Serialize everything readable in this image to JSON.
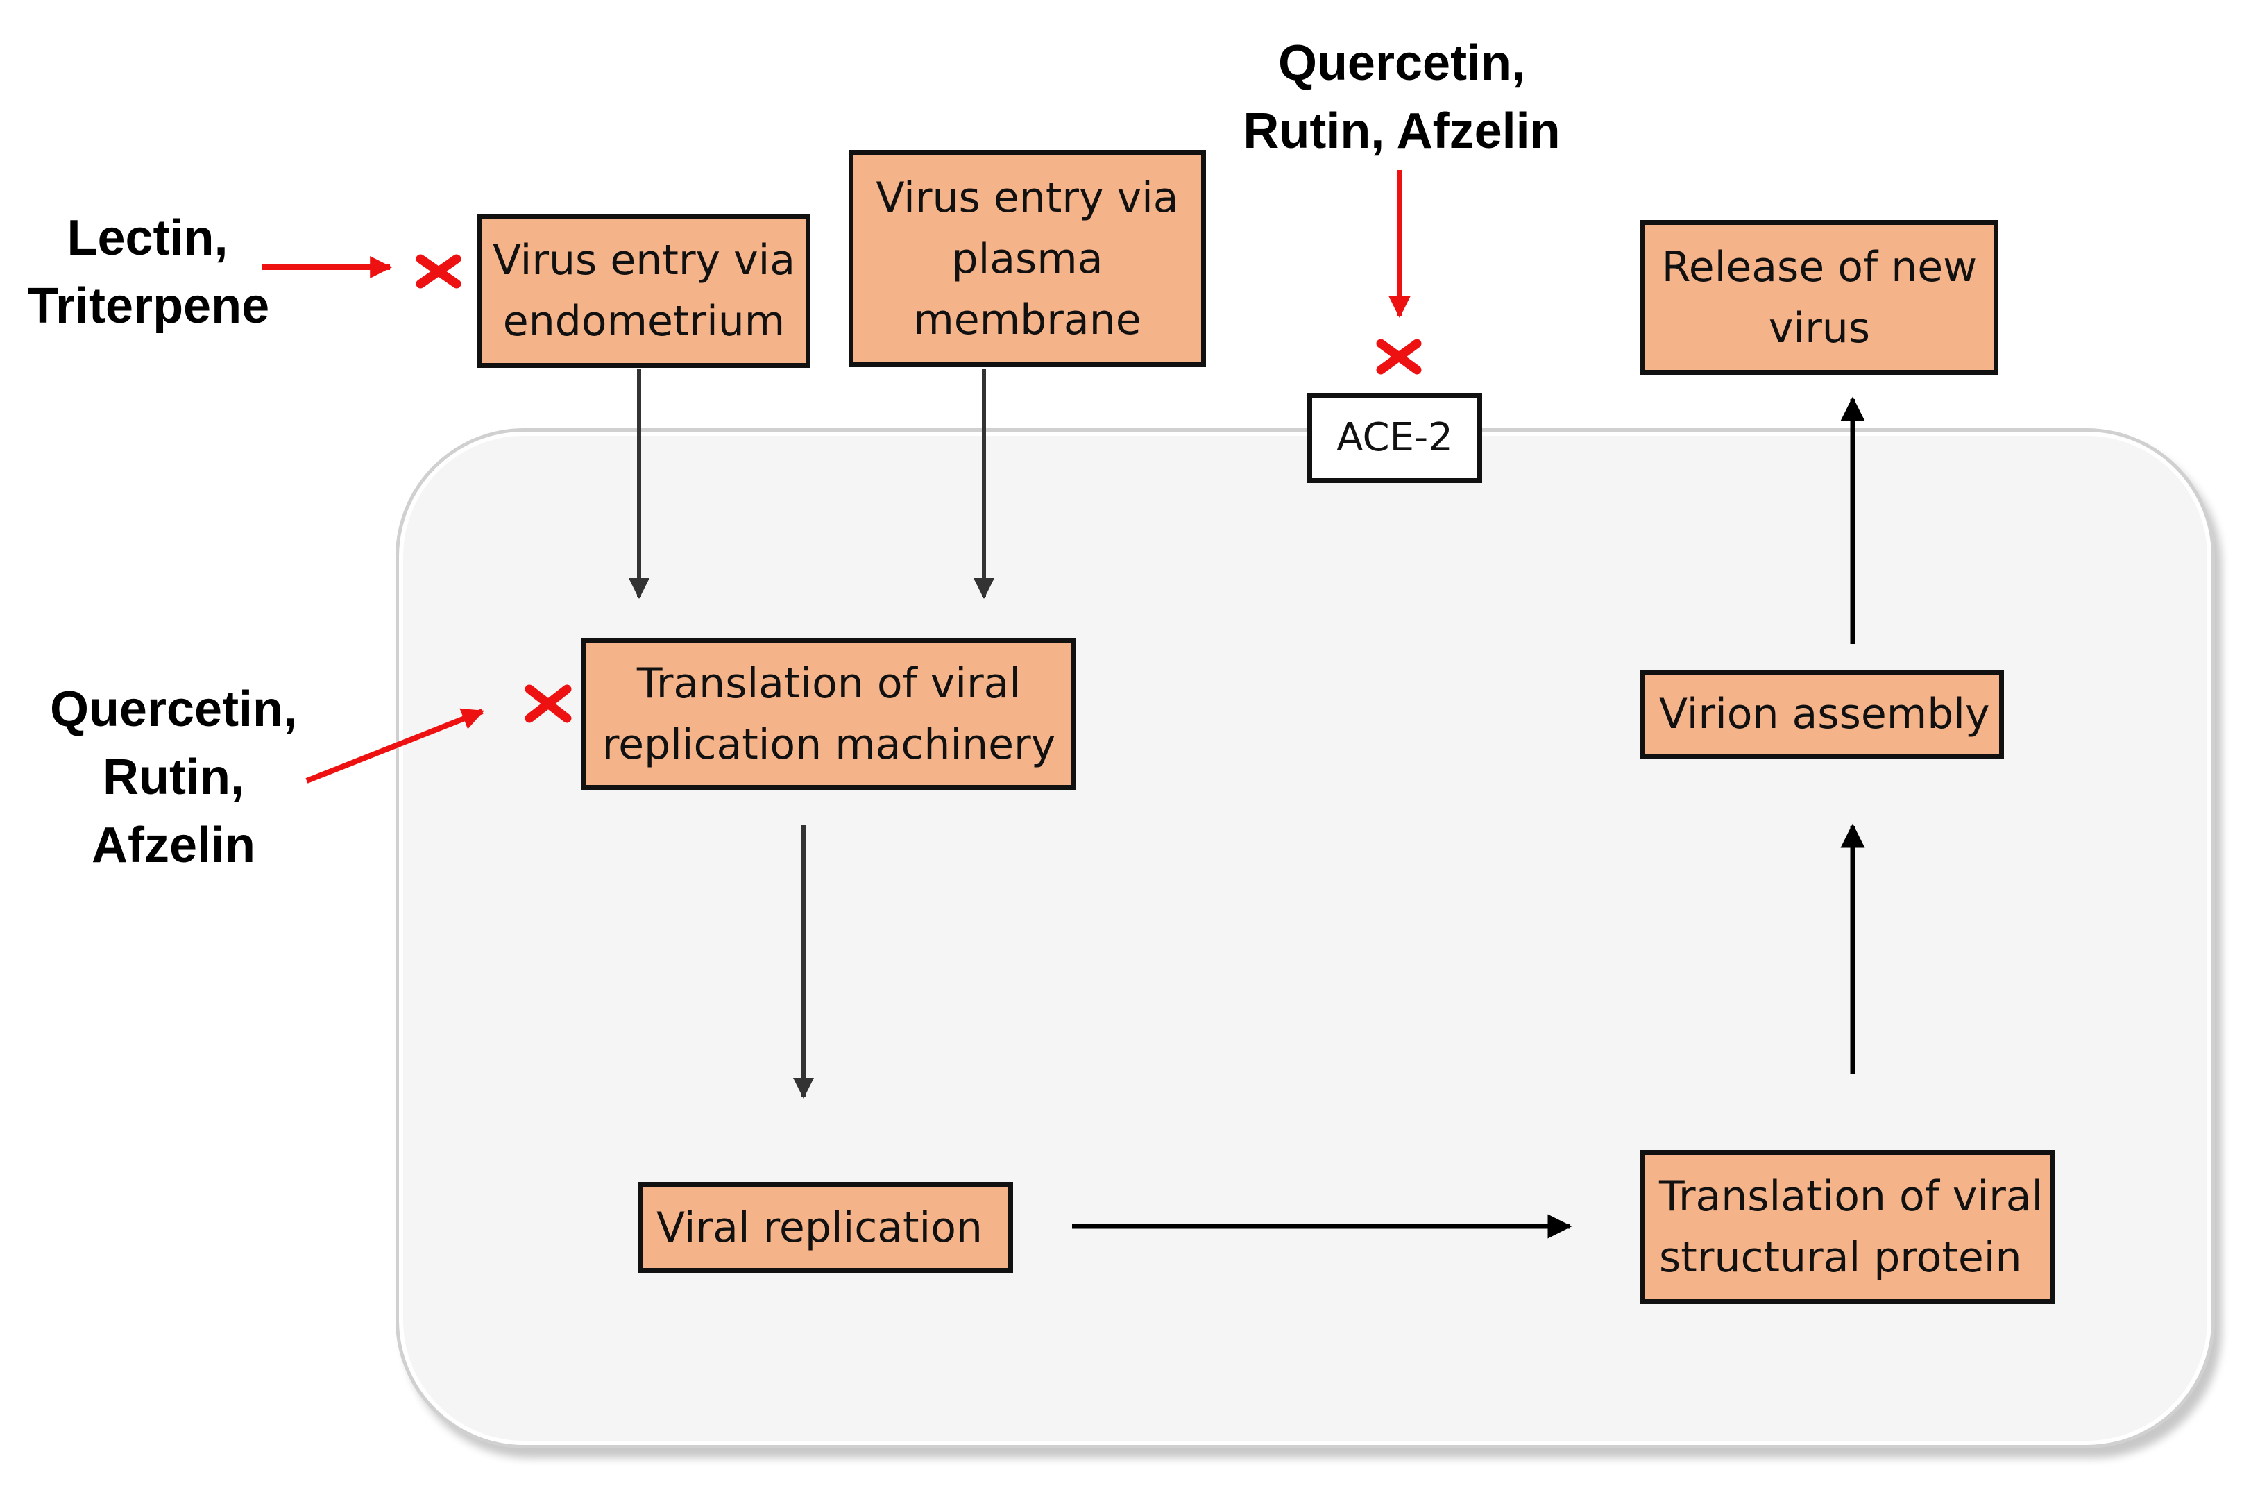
{
  "colors": {
    "process_box": "#f5b38a",
    "inhibitor_arrow": "#ee1111",
    "flow_arrow": "#333333",
    "cell": "#f5f5f5"
  },
  "inhibitors": {
    "entry": "Lectin,\nTriterpene",
    "translation": "Quercetin,\nRutin,\nAfzelin",
    "ace2": "Quercetin,\nRutin, Afzelin"
  },
  "nodes": {
    "endometrium": "Virus entry via\nendometrium",
    "plasma": "Virus entry via\nplasma\nmembrane",
    "ace2": "ACE-2",
    "release": "Release of new\nvirus",
    "translation_machinery": "Translation of viral\nreplication machinery",
    "virion": "Virion assembly",
    "replication": "Viral replication",
    "structural": "Translation of viral\nstructural protein"
  }
}
